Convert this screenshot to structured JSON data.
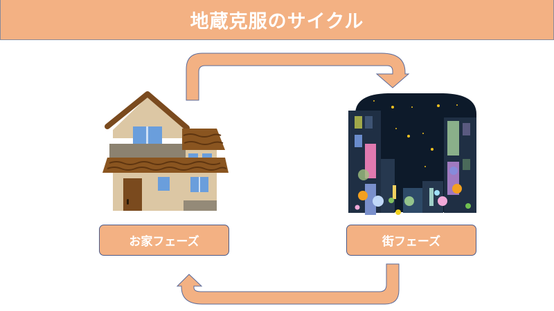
{
  "title": "地蔵克服のサイクル",
  "phases": [
    {
      "label": "お家フェーズ",
      "icon": "house-illustration"
    },
    {
      "label": "街フェーズ",
      "icon": "night-city-illustration"
    }
  ],
  "colors": {
    "accent": "#F3B183",
    "outline": "#4a5a8a",
    "night": "#0d1a2a"
  }
}
